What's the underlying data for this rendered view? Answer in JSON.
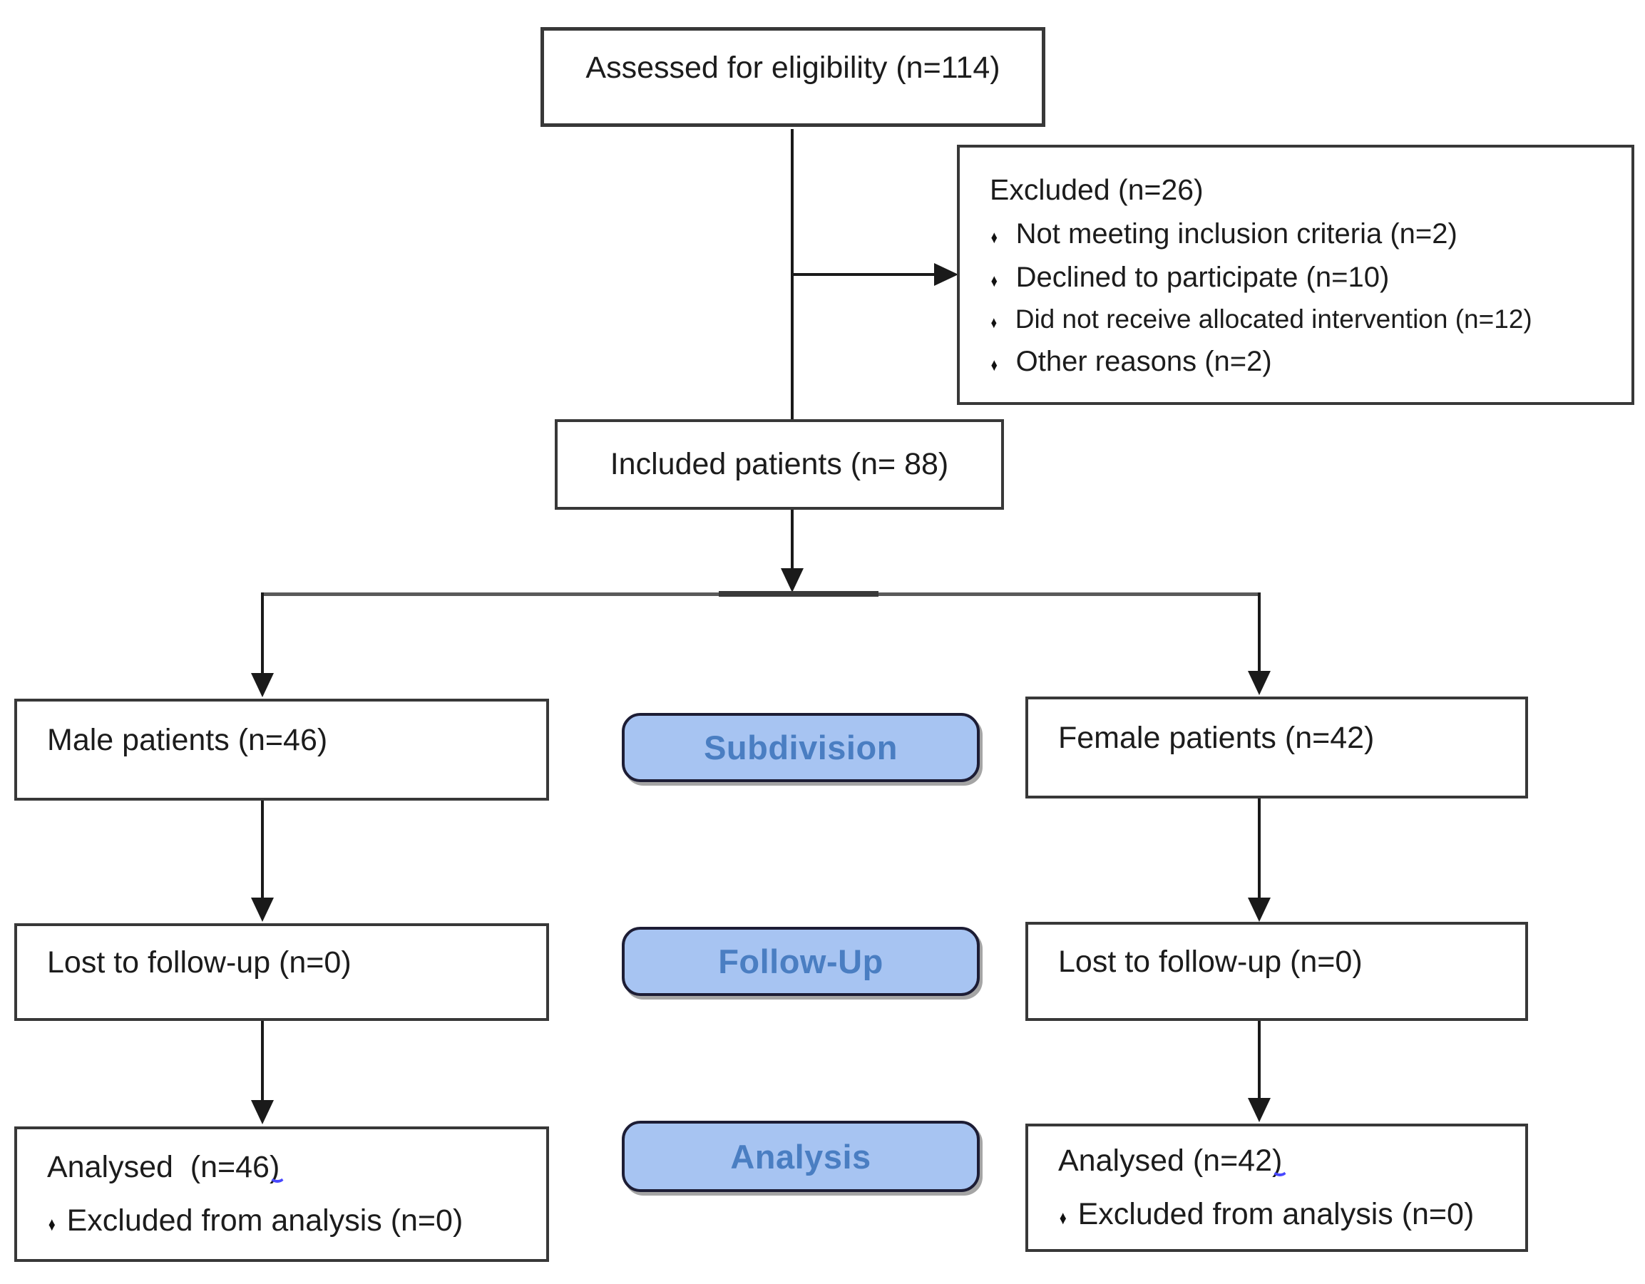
{
  "diagram": {
    "bullet": "♦",
    "assessed": {
      "label": "Assessed for eligibility (n=114)"
    },
    "excluded": {
      "title": "Excluded (n=26)",
      "items": [
        "Not meeting inclusion criteria (n=2)",
        "Declined to participate (n=10)",
        "Did not receive allocated intervention (n=12)",
        "Other reasons (n=2)"
      ]
    },
    "included": {
      "label": "Included patients (n= 88)"
    },
    "stages": [
      {
        "label": "Subdivision"
      },
      {
        "label": "Follow-Up"
      },
      {
        "label": "Analysis"
      }
    ],
    "male": {
      "subdivision": "Male patients (n=46)",
      "followup": "Lost to follow-up (n=0)",
      "analysis_title": "Analysed  (n=46)",
      "analysis_item": "Excluded from analysis (n=0)"
    },
    "female": {
      "subdivision": "Female patients (n=42)",
      "followup": "Lost to follow-up (n=0)",
      "analysis_title": "Analysed (n=42)",
      "analysis_item": "Excluded from analysis (n=0)"
    },
    "colors": {
      "stage_fill": "#a7c4f2",
      "stage_text": "#4a7ec2",
      "stage_border": "#1d1d35",
      "box_border": "#383838",
      "connector": "#1a1a1a",
      "split_line": "#5a5a5a",
      "squiggle": "#4848ff"
    }
  }
}
